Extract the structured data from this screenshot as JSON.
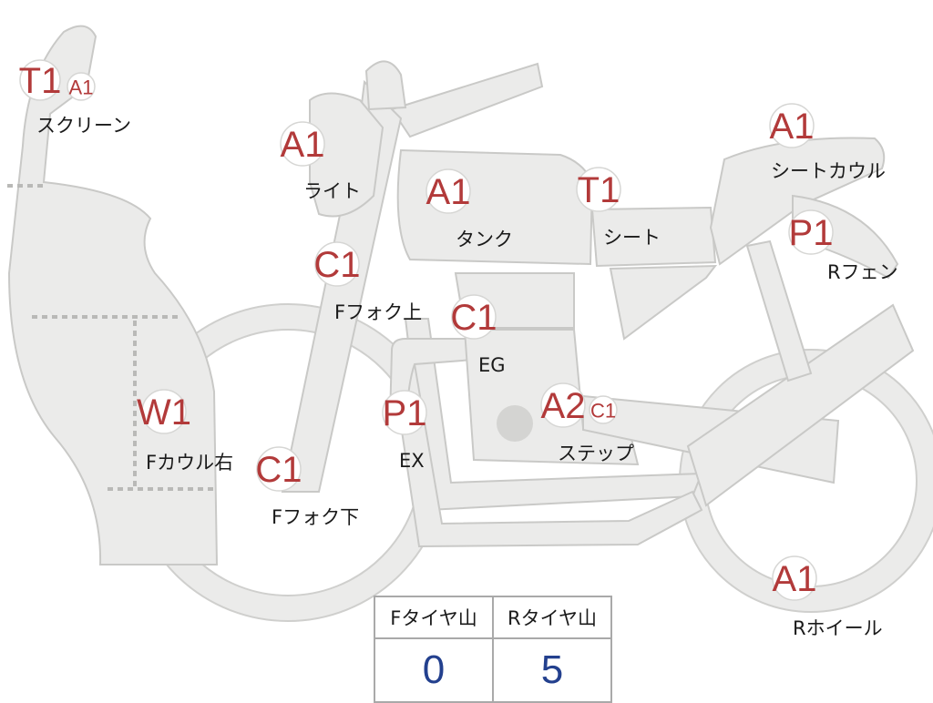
{
  "parts": {
    "screen": {
      "label": "スクリーン",
      "badges": [
        "T1",
        "A1"
      ]
    },
    "light": {
      "label": "ライト",
      "badges": [
        "A1"
      ]
    },
    "tank": {
      "label": "タンク",
      "badges": [
        "A1"
      ]
    },
    "seat": {
      "label": "シート",
      "badges": [
        "T1"
      ]
    },
    "seat_cowl": {
      "label": "シートカウル",
      "badges": [
        "A1"
      ]
    },
    "fork_upper": {
      "label": "Fフォク上",
      "badges": [
        "C1"
      ]
    },
    "engine": {
      "label": "EG",
      "badges": [
        "C1"
      ]
    },
    "rear_fender": {
      "label": "Rフェン",
      "badges": [
        "P1"
      ]
    },
    "cowl_right": {
      "label": "Fカウル右",
      "badges": [
        "W1"
      ]
    },
    "exhaust": {
      "label": "EX",
      "badges": [
        "P1"
      ]
    },
    "step": {
      "label": "ステップ",
      "badges": [
        "A2",
        "C1"
      ]
    },
    "fork_lower": {
      "label": "Fフォク下",
      "badges": [
        "C1"
      ]
    },
    "rear_wheel": {
      "label": "Rホイール",
      "badges": [
        "A1"
      ]
    }
  },
  "tire_table": {
    "front_header": "Fタイヤ山",
    "rear_header": "Rタイヤ山",
    "front_value": "0",
    "rear_value": "5"
  },
  "colors": {
    "badge_text": "#b23a3a",
    "table_value": "#23408e",
    "body_fill": "#ebebea"
  }
}
